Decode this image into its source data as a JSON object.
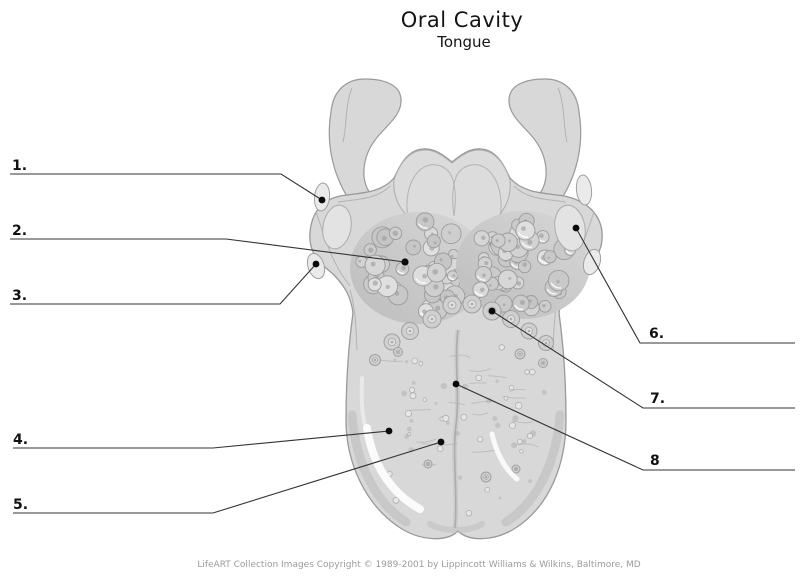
{
  "header": {
    "title": "Oral Cavity",
    "subtitle": "Tongue"
  },
  "labels": [
    {
      "number": "1."
    },
    {
      "number": "2."
    },
    {
      "number": "3."
    },
    {
      "number": "4."
    },
    {
      "number": "5."
    },
    {
      "number": "6."
    },
    {
      "number": "7."
    },
    {
      "number": "8"
    }
  ],
  "footer": {
    "copyright": "LifeART Collection Images Copyright © 1989-2001 by Lippincott Williams & Wilkins, Baltimore, MD"
  },
  "colors": {
    "body_fill": "#d8d8d8",
    "outline": "#999999",
    "leader_line": "#333333",
    "label_text": "#111111",
    "footer_text": "#9b9b9b"
  }
}
